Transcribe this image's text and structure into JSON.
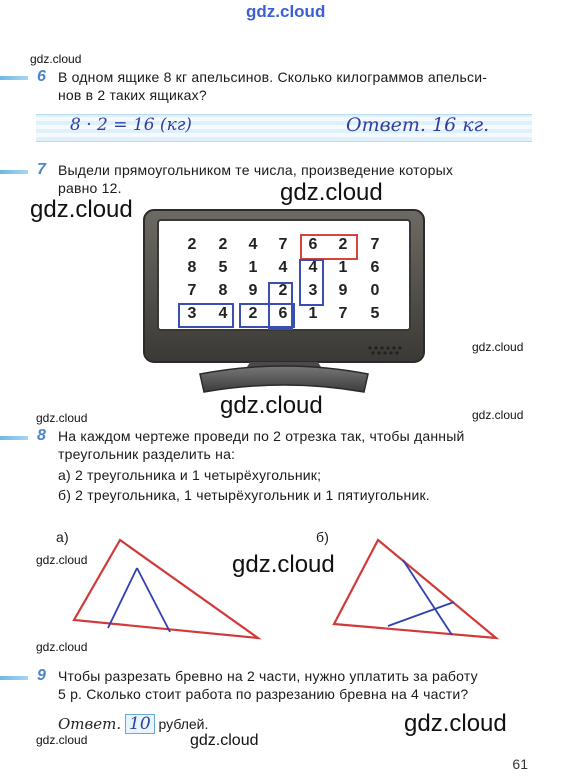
{
  "watermarks": {
    "top": "gdz.cloud",
    "small": "gdz.cloud",
    "large": "gdz.cloud"
  },
  "task6": {
    "number": "6",
    "text_line1": "В одном ящике 8 кг апельсинов. Сколько килограммов апельси-",
    "text_line2": "нов в 2 таких ящиках?",
    "solution": "8 · 2 = 16 (кг)",
    "answer": "Ответ. 16 кг."
  },
  "task7": {
    "number": "7",
    "text_line1": "Выдели прямоугольником те числа, произведение которых",
    "text_line2": "равно 12.",
    "grid": [
      [
        "2",
        "2",
        "4",
        "7",
        "6",
        "2",
        "7"
      ],
      [
        "8",
        "5",
        "1",
        "4",
        "4",
        "1",
        "6"
      ],
      [
        "7",
        "8",
        "9",
        "2",
        "3",
        "9",
        "0"
      ],
      [
        "3",
        "4",
        "2",
        "6",
        "1",
        "7",
        "5"
      ]
    ],
    "highlight_colors": {
      "red": "#d9433d",
      "blue": "#3a4fb0"
    }
  },
  "task8": {
    "number": "8",
    "text_line1": "На каждом чертеже проведи по 2 отрезка так, чтобы данный",
    "text_line2": "треугольник разделить на:",
    "option_a": "а) 2 треугольника и 1 четырёхугольник;",
    "option_b": "б) 2 треугольника, 1 четырёхугольник и 1 пятиугольник.",
    "label_a": "а)",
    "label_b": "б)",
    "triangle_color": "#d23a3a",
    "segment_color": "#3140b0"
  },
  "task9": {
    "number": "9",
    "text_line1": "Чтобы разрезать бревно на 2 части, нужно уплатить за работу",
    "text_line2": "5 р. Сколько стоит работа по разрезанию бревна на 4 части?",
    "answer_prefix": "Ответ.",
    "answer_value": "10",
    "answer_suffix": "рублей."
  },
  "page_number": "61"
}
